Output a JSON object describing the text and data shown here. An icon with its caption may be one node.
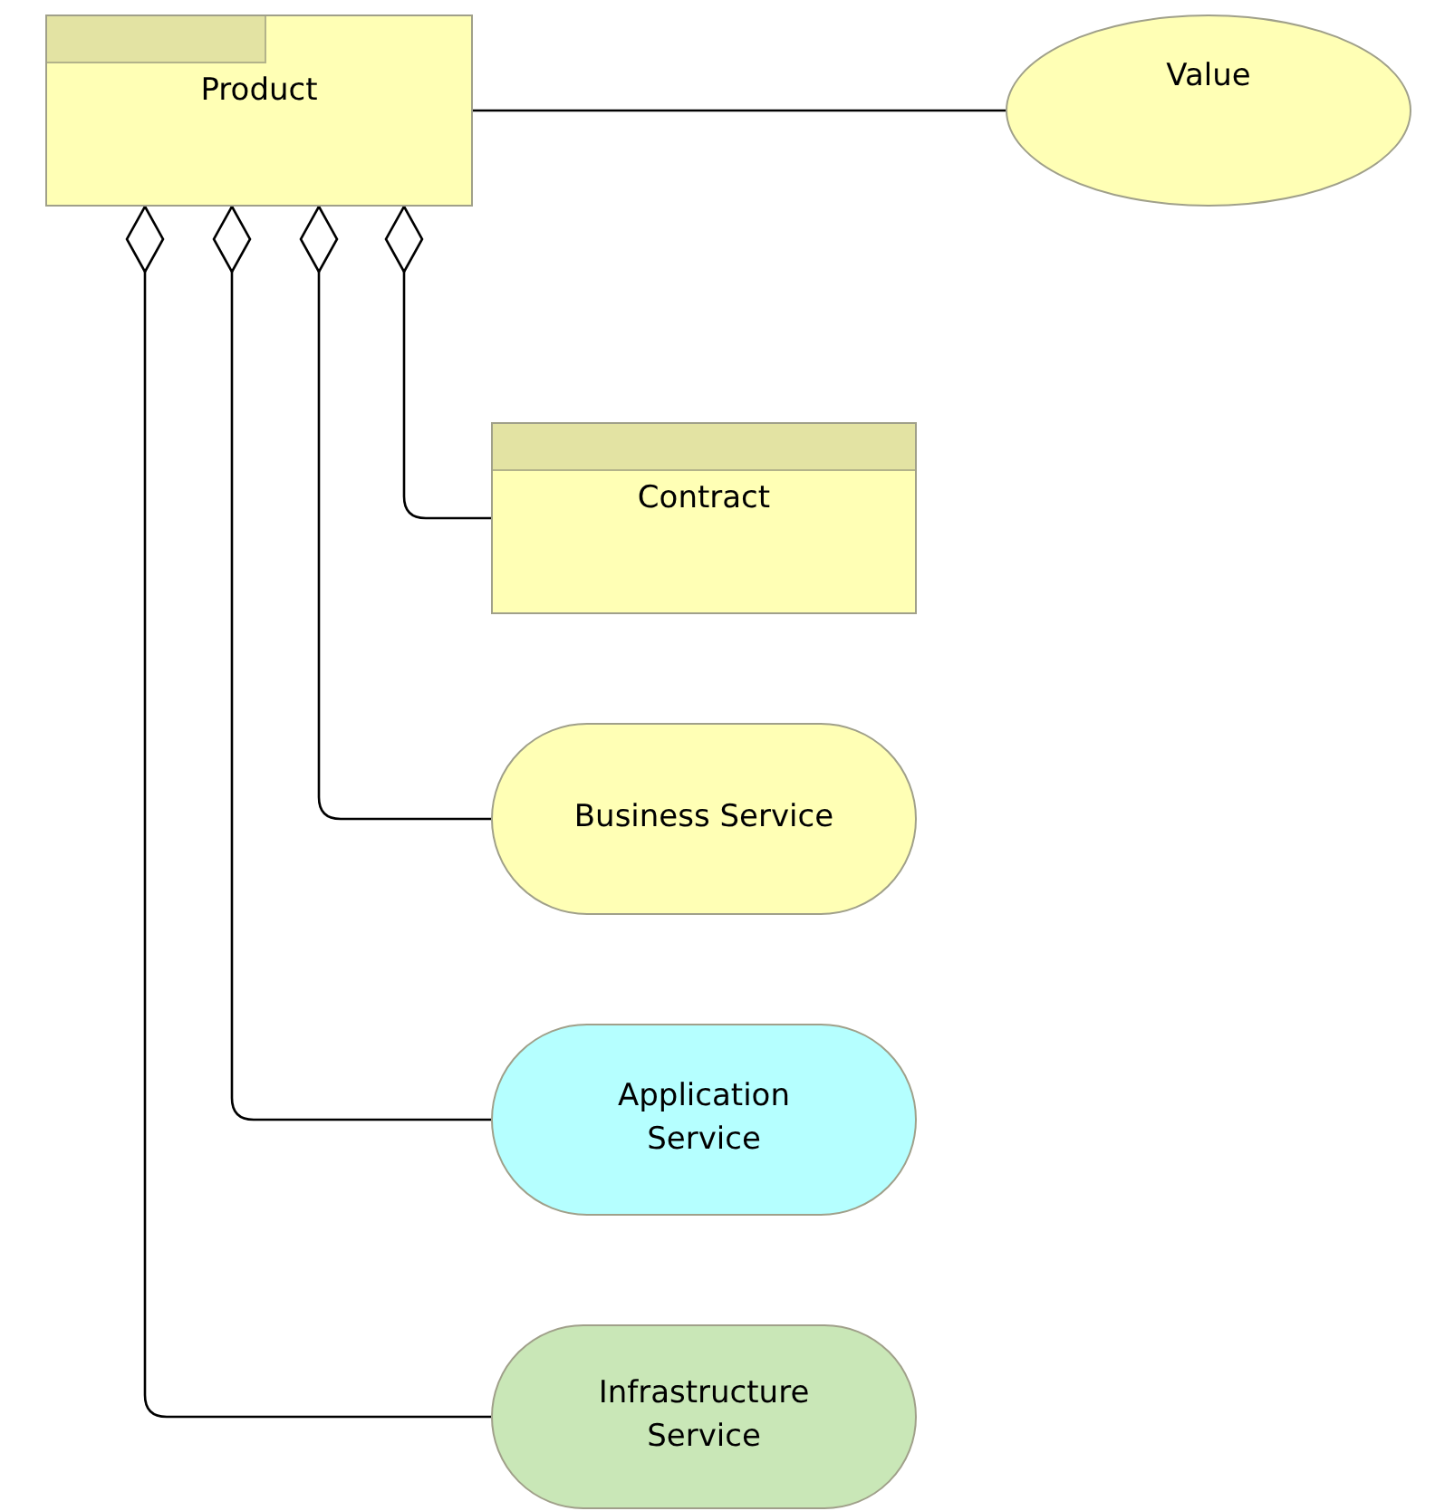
{
  "diagram": {
    "nodes": [
      {
        "text": [
          "Product"
        ]
      },
      {
        "text": [
          "Value"
        ]
      },
      {
        "text": [
          "Contract"
        ]
      },
      {
        "text": [
          "Business Service"
        ]
      },
      {
        "text": [
          "Application Service"
        ]
      },
      {
        "text": [
          "Infrastructure Service"
        ]
      }
    ],
    "edges": [
      {
        "from": 0,
        "to": 1,
        "arrow": "none"
      },
      {
        "from": 0,
        "to": 2,
        "arrow": "other"
      },
      {
        "from": 0,
        "to": 3,
        "arrow": "other"
      },
      {
        "from": 0,
        "to": 4,
        "arrow": "other"
      },
      {
        "from": 0,
        "to": 5,
        "arrow": "other"
      }
    ]
  }
}
